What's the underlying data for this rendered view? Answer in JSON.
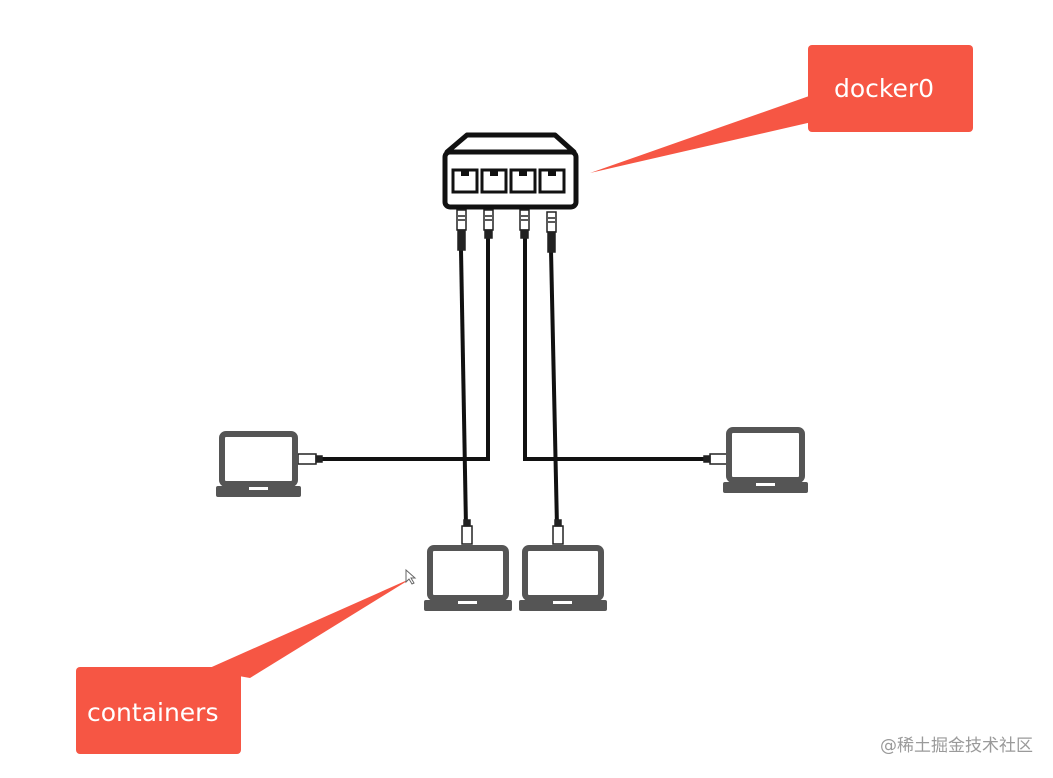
{
  "callouts": {
    "switch_label": "docker0",
    "containers_label": "containers"
  },
  "watermark": "@稀土掘金技术社区",
  "colors": {
    "callout": "#f65644",
    "device": "#555555",
    "cable": "#111111",
    "switch_outline": "#111111"
  },
  "icons": {
    "switch": "network-switch-icon",
    "laptop": "laptop-icon",
    "connector": "rj45-connector-icon"
  }
}
